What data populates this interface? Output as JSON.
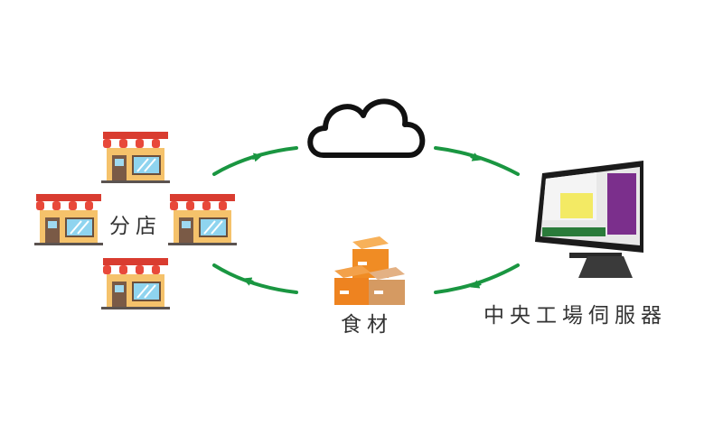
{
  "labels": {
    "branch_stores": "分店",
    "ingredients": "食材",
    "central_kitchen_server": "中央工場伺服器"
  },
  "icons": {
    "store": "store-icon",
    "cloud": "cloud-icon",
    "boxes": "boxes-icon",
    "pos_terminal": "pos-terminal-icon",
    "arrow": "curved-arrow-icon"
  },
  "colors": {
    "arrow": "#1a9641",
    "cloud_stroke": "#111111",
    "awning_red": "#e8483a",
    "awning_dark": "#c22e24",
    "store_wall": "#f5c26b",
    "box_orange": "#f08c24",
    "box_tan": "#d59a62",
    "screen_purple": "#7b2f8c",
    "screen_yellow": "#f2e84a"
  }
}
